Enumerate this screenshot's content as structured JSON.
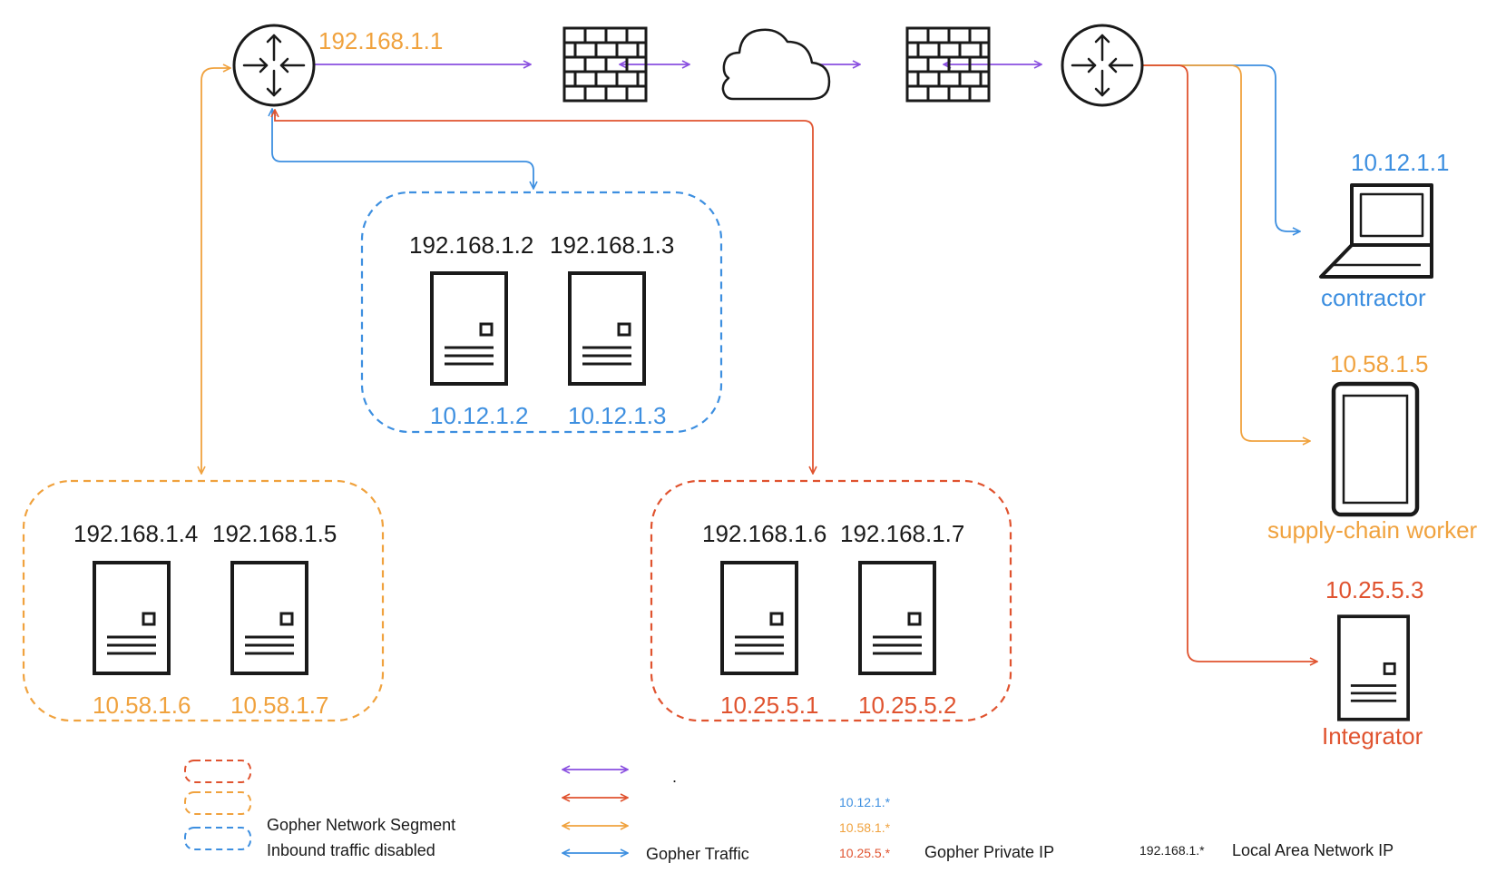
{
  "colors": {
    "purple": "#8a4fe0",
    "red": "#e0532f",
    "orange": "#f0a23e",
    "blue": "#3d8fe0",
    "dark": "#1a1a1a"
  },
  "router_left": {
    "ip": "192.168.1.1"
  },
  "blue_segment": {
    "servers": [
      {
        "lan_ip": "192.168.1.2",
        "private_ip": "10.12.1.2"
      },
      {
        "lan_ip": "192.168.1.3",
        "private_ip": "10.12.1.3"
      }
    ]
  },
  "orange_segment": {
    "servers": [
      {
        "lan_ip": "192.168.1.4",
        "private_ip": "10.58.1.6"
      },
      {
        "lan_ip": "192.168.1.5",
        "private_ip": "10.58.1.7"
      }
    ]
  },
  "red_segment": {
    "servers": [
      {
        "lan_ip": "192.168.1.6",
        "private_ip": "10.25.5.1"
      },
      {
        "lan_ip": "192.168.1.7",
        "private_ip": "10.25.5.2"
      }
    ]
  },
  "remote": {
    "contractor": {
      "ip": "10.12.1.1",
      "name": "contractor",
      "icon": "laptop-icon"
    },
    "worker": {
      "ip": "10.58.1.5",
      "name": "supply-chain worker",
      "icon": "tablet-icon"
    },
    "integrator": {
      "ip": "10.25.5.3",
      "name": "Integrator",
      "icon": "server-icon"
    }
  },
  "legend": {
    "segment_title": "Gopher Network Segment",
    "segment_subtitle": "Inbound traffic disabled",
    "dot": ".",
    "traffic": "Gopher Traffic",
    "private_ips": [
      "10.12.1.*",
      "10.58.1.*",
      "10.25.5.*"
    ],
    "private_label": "Gopher Private IP",
    "lan_ip": "192.168.1.*",
    "lan_label": "Local Area Network IP"
  }
}
